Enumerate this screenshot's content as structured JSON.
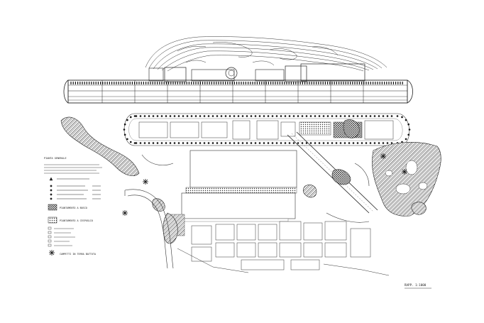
{
  "drawing": {
    "scale_label": "RAPP. 1:1000",
    "paper_color": "#ffffff",
    "ink_color": "#1a1a1a"
  },
  "legend": {
    "title_lines": [
      "PIANTA GENERALE",
      "",
      "",
      "",
      ""
    ],
    "entries": [
      {
        "symbol": "cross-hatch",
        "label": "PIANTAMENTO A BOSCO"
      },
      {
        "symbol": "dot-fill",
        "label": "PIANTAMENTO A CESPUGLIO"
      },
      {
        "symbol": "asterisk",
        "label": "CAMPETTI IN TERRA BATTUTA"
      }
    ]
  }
}
